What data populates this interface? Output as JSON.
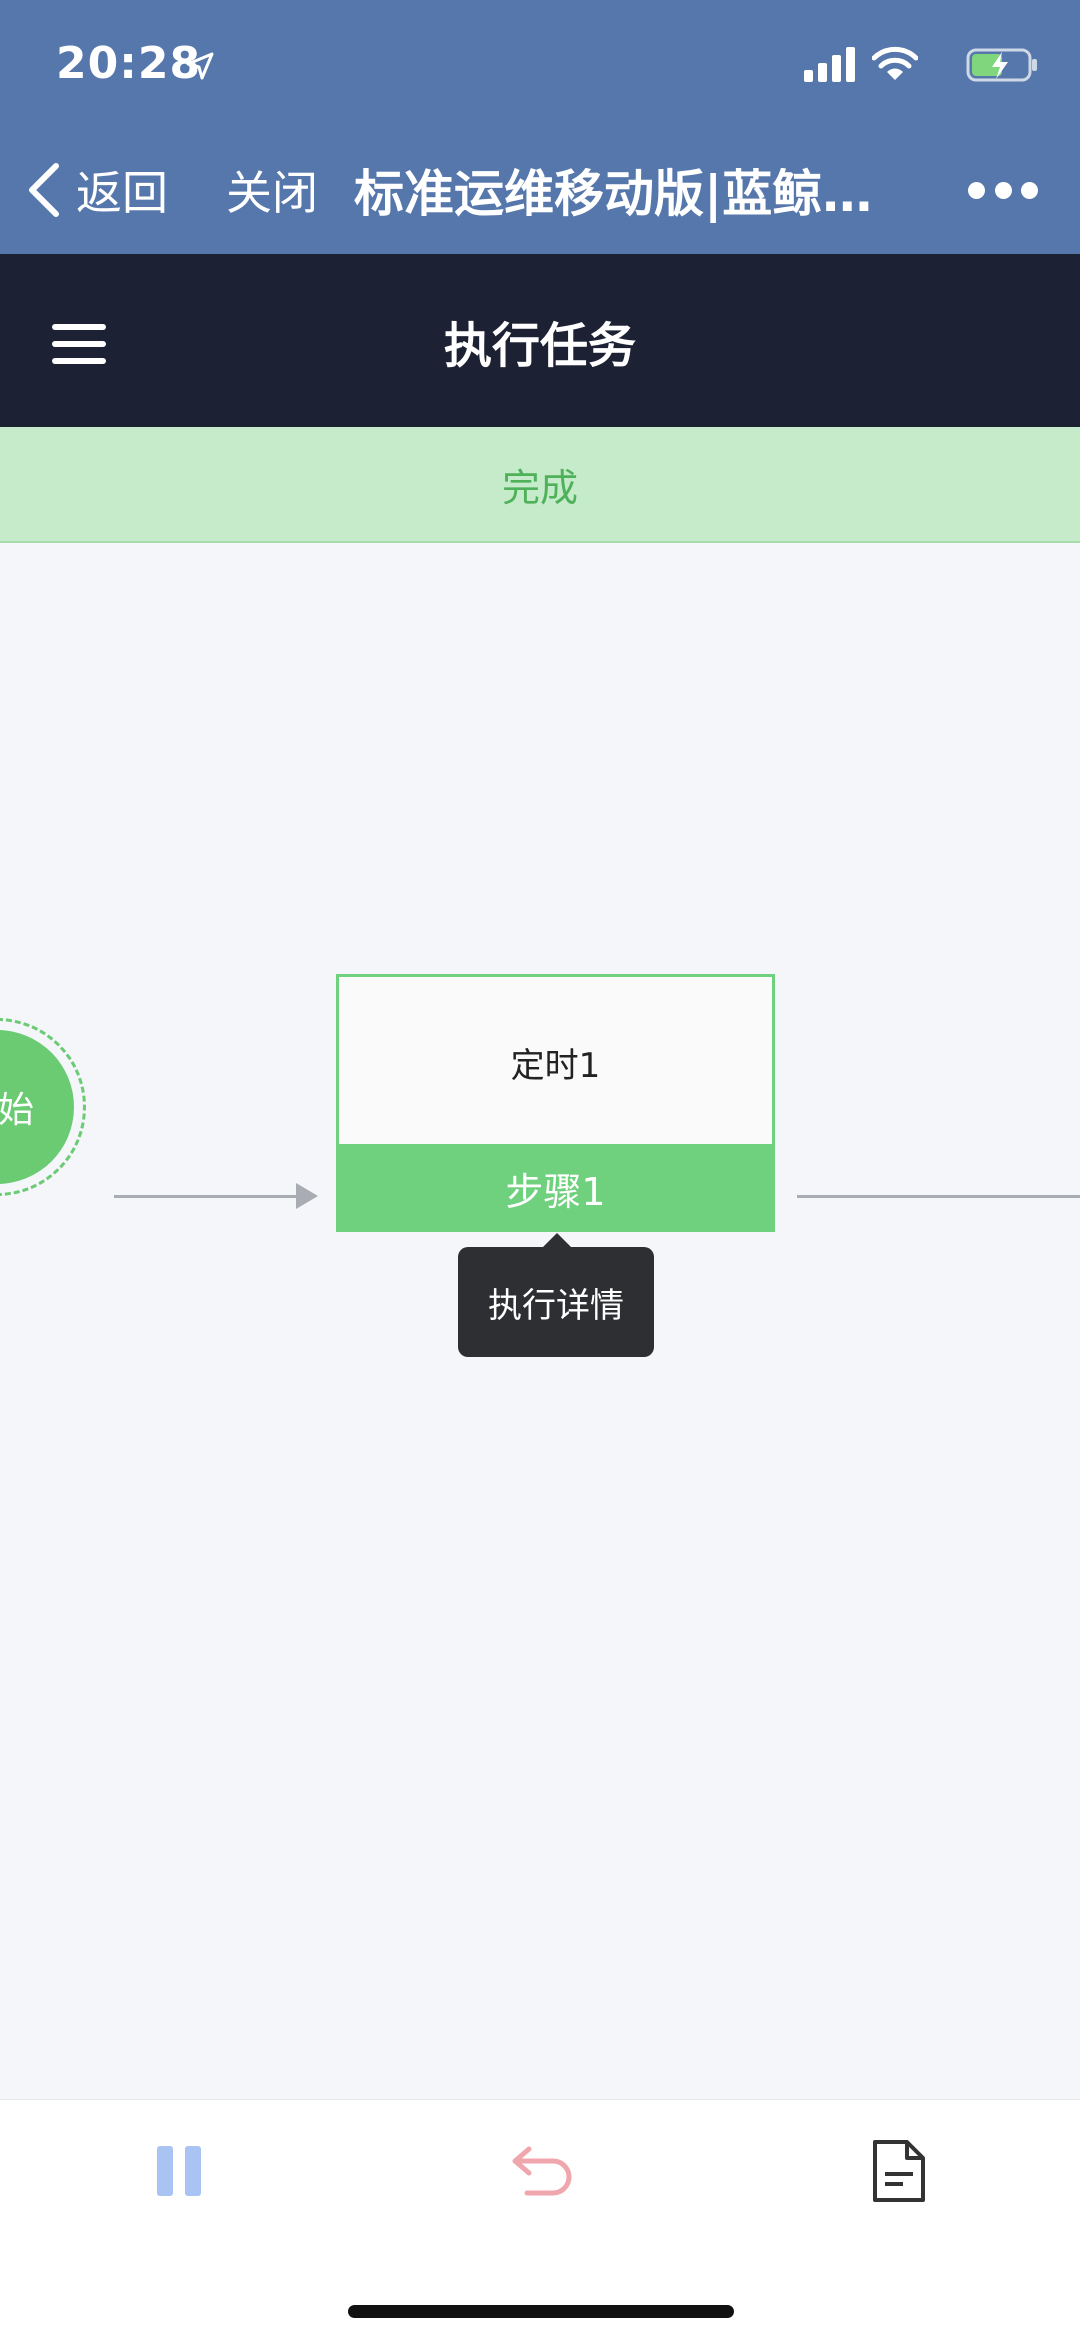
{
  "status_bar": {
    "time": "20:28"
  },
  "nav": {
    "back_label": "返回",
    "close_label": "关闭",
    "title": "标准运维移动版|蓝鲸…"
  },
  "header": {
    "title": "执行任务"
  },
  "status_strip": {
    "label": "完成"
  },
  "flow": {
    "start_label": "开始",
    "task_name": "定时1",
    "task_step": "步骤1",
    "tooltip": "执行详情"
  },
  "colors": {
    "nav_blue": "#5677ab",
    "header_dark": "#1c2133",
    "success_green": "#6fd07d",
    "strip_green": "#c6ebca"
  },
  "toolbar": {
    "icons": [
      "pause-icon",
      "undo-icon",
      "document-icon"
    ]
  }
}
